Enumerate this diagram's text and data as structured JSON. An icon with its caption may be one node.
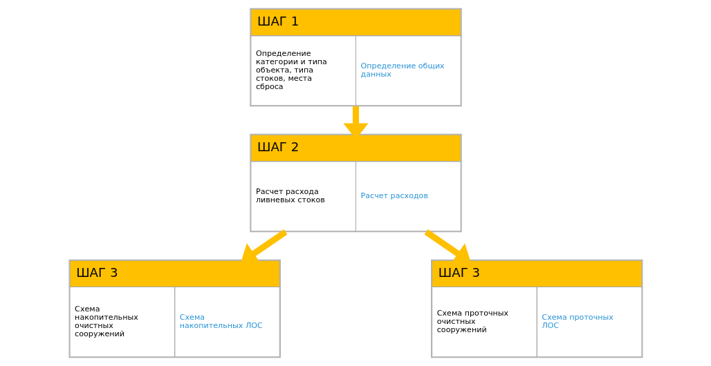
{
  "diagram": {
    "nodes": [
      {
        "text": [
          "ШАГ 1",
          "Определение категории и типа объекта, типа стоков, места сброса",
          "Определение общих данных"
        ]
      },
      {
        "text": [
          "ШАГ 2",
          "Расчет расхода ливневых стоков",
          "Расчет расходов"
        ]
      },
      {
        "text": [
          "ШАГ 3",
          "Схема накопительных очистных сооружений",
          "Схема накопительных ЛОС"
        ]
      },
      {
        "text": [
          "ШАГ 3",
          "Схема проточных очистных сооружений",
          "Схема проточных ЛОС"
        ]
      }
    ],
    "edges": [
      {
        "from": 0,
        "to": 1,
        "arrow": "to"
      },
      {
        "from": 1,
        "to": 2,
        "arrow": "to"
      },
      {
        "from": 1,
        "to": 3,
        "arrow": "to"
      }
    ]
  }
}
